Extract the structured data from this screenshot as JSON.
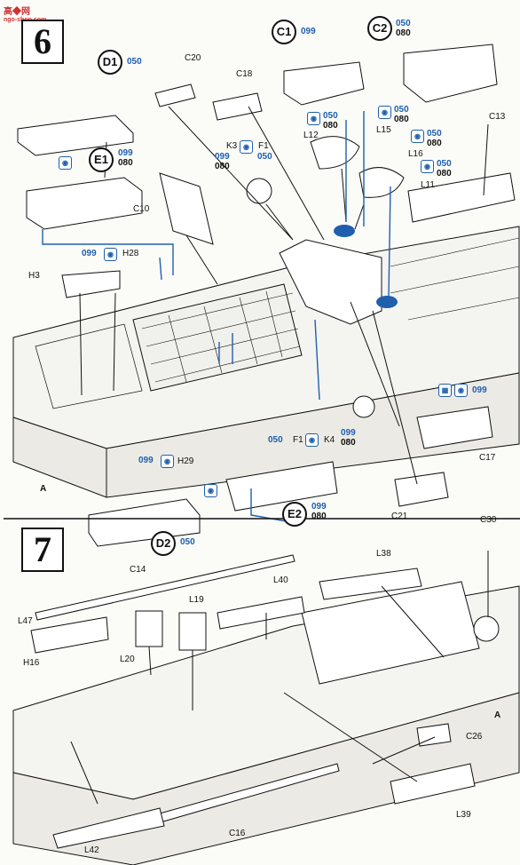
{
  "watermark": {
    "site": "高◆网",
    "url": "ngo-shop.com"
  },
  "steps": {
    "six": "6",
    "seven": "7"
  },
  "colors": {
    "paint_blue": "#1f5fae",
    "line": "#111111"
  },
  "callouts": {
    "D1": {
      "id": "D1",
      "codes": "050"
    },
    "C1": {
      "id": "C1",
      "codes": "099"
    },
    "C2": {
      "id": "C2",
      "top": "050",
      "bottom": "080"
    },
    "E1": {
      "id": "E1",
      "top": "099",
      "bottom": "080"
    },
    "E2": {
      "id": "E2",
      "top": "099",
      "bottom": "080"
    },
    "D2": {
      "id": "D2",
      "codes": "050"
    }
  },
  "paint": {
    "l12": {
      "top": "050",
      "bottom": "080"
    },
    "l15": {
      "top": "050",
      "bottom": "080"
    },
    "l16": {
      "top": "050",
      "bottom": "080"
    },
    "l11": {
      "top": "050",
      "bottom": "080"
    },
    "k3": {
      "top": "099",
      "bottom": "080",
      "right": "050"
    },
    "h28": "099",
    "h29": "099",
    "c17": "099",
    "k4": {
      "left": "050",
      "top": "099",
      "bottom": "080"
    }
  },
  "parts": {
    "C20": "C20",
    "C18": "C18",
    "C13": "C13",
    "C10": "C10",
    "H3": "H3",
    "H28": "H28",
    "L12": "L12",
    "L15": "L15",
    "L16": "L16",
    "L11": "L11",
    "K3": "K3",
    "F1": "F1",
    "K4": "K4",
    "F1b": "F1",
    "C17": "C17",
    "C21": "C21",
    "H29": "H29",
    "A1": "A",
    "C30": "C30",
    "C14": "C14",
    "L38": "L38",
    "L40": "L40",
    "L19": "L19",
    "L20": "L20",
    "L47": "L47",
    "H16": "H16",
    "A2": "A",
    "C26": "C26",
    "L39": "L39",
    "C16": "C16",
    "L42": "L42"
  }
}
